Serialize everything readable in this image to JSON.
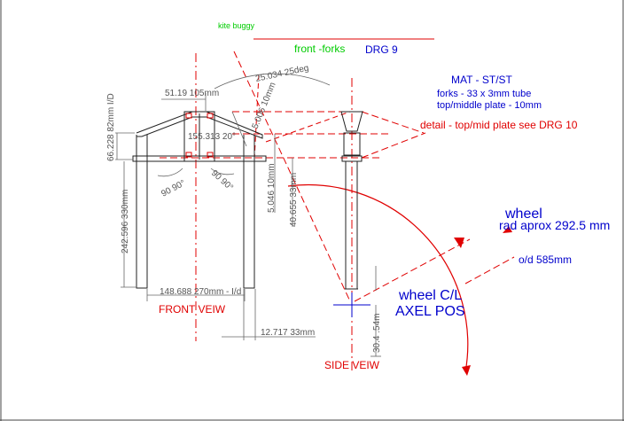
{
  "header": {
    "project": "kite buggy",
    "title": "front -forks",
    "drawing_no": "DRG 9"
  },
  "notes": {
    "material": "MAT - ST/ST",
    "forks": "forks - 33 x 3mm tube",
    "plate": "top/middle plate - 10mm",
    "detail": "detail - top/mid plate see DRG 10"
  },
  "views": {
    "front": "FRONT  VEIW",
    "side": "SIDE VEIW"
  },
  "dimensions": {
    "angle_top": "25.034 25deg",
    "top_width": "51.19 105mm",
    "plate_offset": "66.228 82mm I/D",
    "slant": "5.006 10mm",
    "inner_angle": "155.313 20°",
    "left_angle": "90 90°",
    "right_angle": "90 90°",
    "leg_height": "242.596 330mm",
    "fork_drop_a": "5.046 10mm",
    "fork_drop_b": "40.655 33mm",
    "base_width": "148.688 270mm - I/d",
    "axle_offset": "12.717 33mm",
    "axle_drop": "30.4 .54m"
  },
  "wheel": {
    "title": "wheel",
    "radius": "rad aprox 292.5 mm",
    "diameter": "o/d 585mm",
    "axle_title": "wheel C/L",
    "axle_sub": "AXEL POS"
  },
  "colors": {
    "line": "#222222",
    "dimension": "#555555",
    "construction": "#e00000",
    "note": "#0000cc",
    "header_green": "#00cc00"
  }
}
